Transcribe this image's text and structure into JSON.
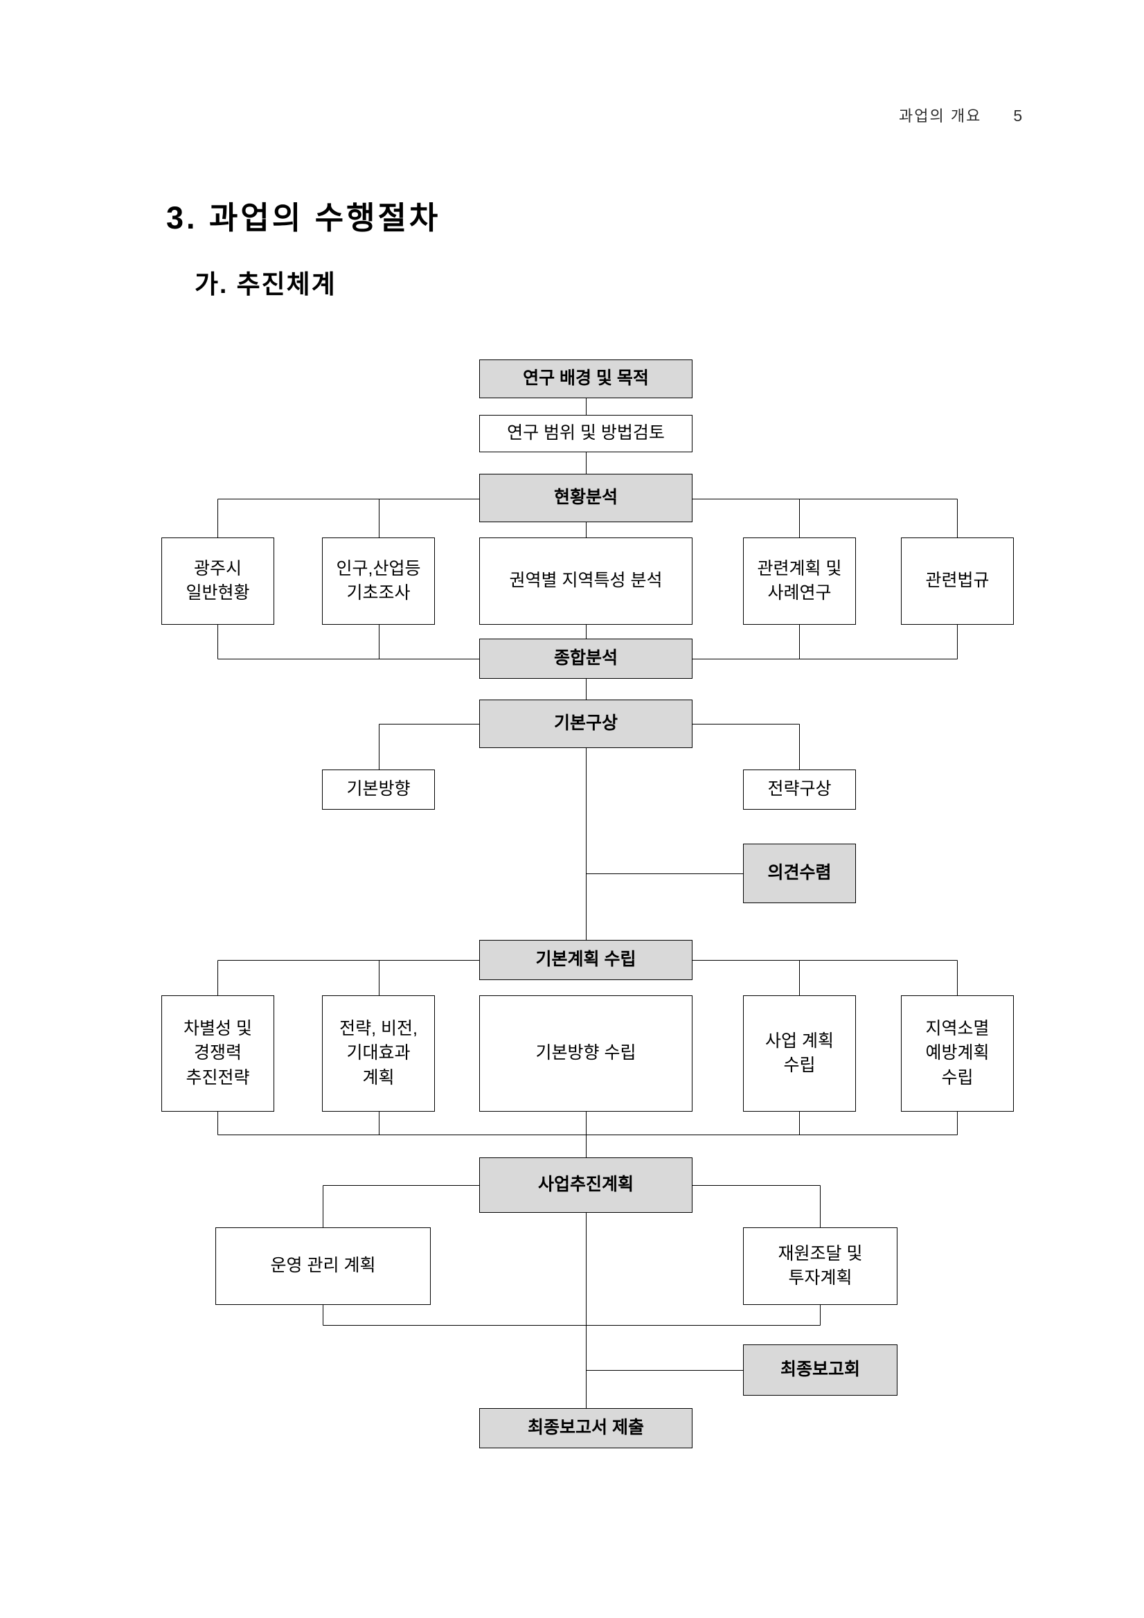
{
  "page": {
    "header": {
      "section_label": "과업의 개요",
      "page_number": "5"
    },
    "title": "3. 과업의 수행절차",
    "subtitle": "가. 추진체계"
  },
  "colors": {
    "box_fill_gray": "#d9d9d9",
    "box_border": "#000000",
    "connector_line": "#000000",
    "page_background": "#ffffff"
  },
  "flowchart": {
    "boxes": {
      "research_background": "연구 배경 및 목적",
      "research_scope": "연구 범위 및 방법검토",
      "status_analysis": "현황분석",
      "gwangju_general_status": "광주시\n일반현황",
      "population_industry_survey": "인구,산업등\n기초조사",
      "regional_characteristics": "권역별 지역특성 분석",
      "related_plans_case_study": "관련계획 및\n사례연구",
      "related_laws": "관련법규",
      "comprehensive_analysis": "종합분석",
      "basic_concept": "기본구상",
      "basic_direction": "기본방향",
      "strategy_concept": "전략구상",
      "opinion_collection": "의견수렴",
      "master_plan_establishment": "기본계획 수립",
      "differentiation_strategy": "차별성 및\n경쟁력\n추진전략",
      "strategy_vision_plan": "전략, 비전,\n기대효과\n계획",
      "basic_direction_establishment": "기본방향 수립",
      "business_plan": "사업 계획\n수립",
      "extinction_prevention_plan": "지역소멸\n예방계획\n수립",
      "project_promotion_plan": "사업추진계획",
      "operation_management_plan": "운영 관리 계획",
      "financing_investment_plan": "재원조달 및\n투자계획",
      "final_briefing": "최종보고회",
      "final_report_submission": "최종보고서 제출"
    }
  }
}
